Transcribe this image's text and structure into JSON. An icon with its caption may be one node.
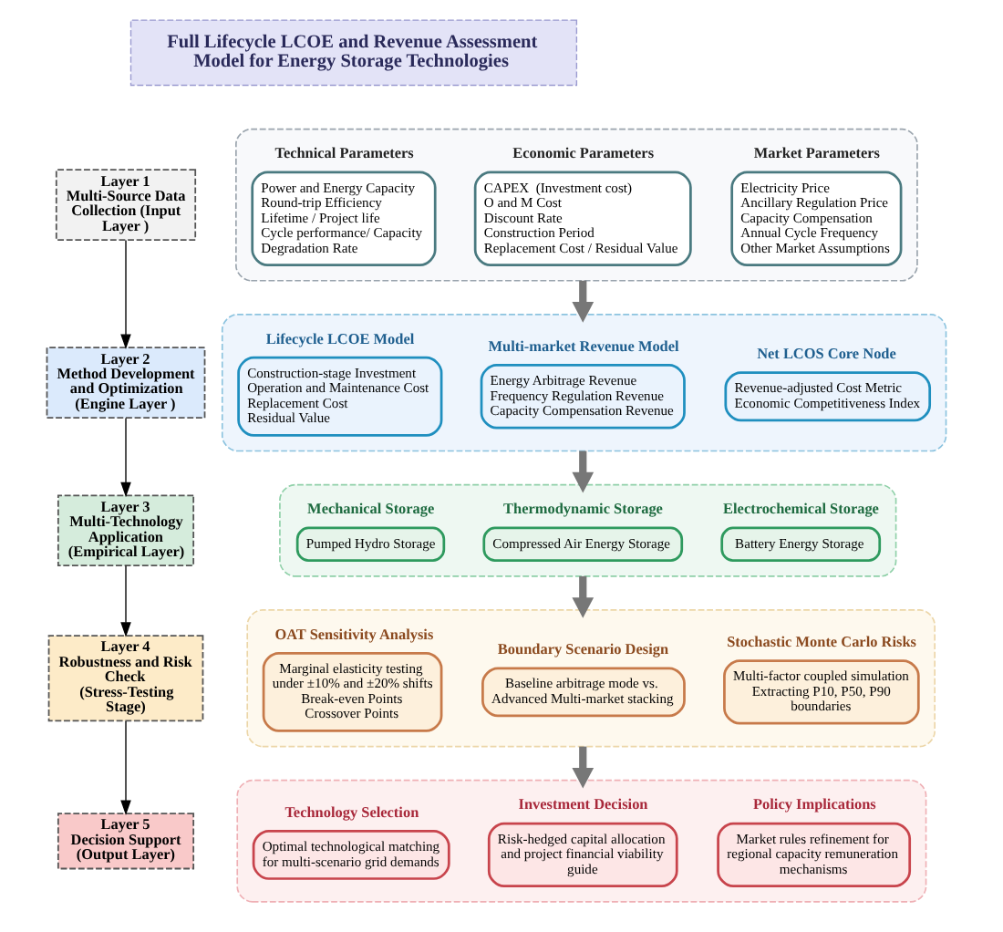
{
  "diagram": {
    "nodes": [
      {
        "text": [
          "Full Lifecycle LCOE and Revenue Assessment Model for Energy Storage Technologies"
        ]
      },
      {
        "text": [
          "Layer 1",
          "Multi-Source Data Collection (Input Layer )"
        ]
      },
      {
        "text": [
          "Layer 2",
          "Method Development and Optimization (Engine Layer )"
        ]
      },
      {
        "text": [
          "Layer 3",
          "Multi-Technology Application (Empirical Layer)"
        ]
      },
      {
        "text": [
          "Layer 4",
          "Robustness and Risk Check (Stress-Testing Stage)"
        ]
      },
      {
        "text": [
          "Layer 5",
          "Decision Support (Output Layer)"
        ]
      },
      {
        "text": [],
        "shape": "box"
      },
      {
        "text": [
          "Technical Parameters",
          "Power and Energy Capacity",
          "Round-trip Efficiency",
          "Lifetime / Project life",
          "Cycle performance/ Capacity",
          "Degradation Rate"
        ],
        "in": 6
      },
      {
        "text": [
          "Economic Parameters",
          "CAPEX  (Investment cost)",
          "O and M Cost",
          "Discount Rate",
          "Construction Period",
          "Replacement Cost / Residual Value"
        ],
        "in": 6
      },
      {
        "text": [
          "Market Parameters",
          "Electricity Price",
          "Ancillary Regulation Price",
          "Capacity Compensation",
          "Annual Cycle Frequency",
          "Other Market Assumptions"
        ],
        "in": 6
      },
      {
        "text": [],
        "shape": "box"
      },
      {
        "text": [
          "Lifecycle LCOE Model",
          "Construction-stage Investment",
          "Operation and Maintenance Cost",
          "Replacement Cost",
          "Residual Value"
        ],
        "in": 10
      },
      {
        "text": [
          "Multi-market Revenue Model",
          "Energy Arbitrage Revenue",
          "Frequency Regulation Revenue",
          "Capacity Compensation Revenue"
        ],
        "in": 10
      },
      {
        "text": [
          "Net LCOS Core Node",
          "Revenue-adjusted Cost Metric",
          "Economic Competitiveness Index"
        ],
        "in": 10
      },
      {
        "text": [],
        "shape": "box"
      },
      {
        "text": [
          "Mechanical Storage",
          "Pumped Hydro Storage"
        ],
        "in": 14
      },
      {
        "text": [
          "Thermodynamic Storage",
          "Compressed Air Energy Storage"
        ],
        "in": 14
      },
      {
        "text": [
          "Electrochemical Storage",
          "Battery Energy Storage"
        ],
        "in": 14
      },
      {
        "text": [],
        "shape": "box"
      },
      {
        "text": [
          "OAT Sensitivity Analysis",
          "Marginal elasticity testing under ±10% and ±20% shifts",
          "Break-even Points",
          "Crossover Points"
        ],
        "in": 18
      },
      {
        "text": [
          "Boundary Scenario Design",
          "Baseline arbitrage mode vs. Advanced Multi-market stacking"
        ],
        "in": 18
      },
      {
        "text": [
          "Stochastic Monte Carlo Risks",
          "Multi-factor coupled simulation Extracting P10, P50, P90 boundaries"
        ],
        "in": 18
      },
      {
        "text": [],
        "shape": "box"
      },
      {
        "text": [
          "Technology Selection",
          "Optimal technological matching for multi-scenario grid demands"
        ],
        "in": 22
      },
      {
        "text": [
          "Investment Decision",
          "Risk-hedged capital allocation and project financial viability guide"
        ],
        "in": 22
      },
      {
        "text": [
          "Policy Implications",
          "Market rules refinement for regional capacity remuneration mechanisms"
        ],
        "in": 22
      }
    ],
    "edges": [
      {
        "from": 1,
        "to": 2,
        "arrow": "to"
      },
      {
        "from": 2,
        "to": 3,
        "arrow": "to"
      },
      {
        "from": 3,
        "to": 4,
        "arrow": "to"
      },
      {
        "from": 4,
        "to": 5,
        "arrow": "to"
      },
      {
        "from": 6,
        "to": 10,
        "arrow": "to",
        "style": "thick",
        "color": "#777777"
      },
      {
        "from": 10,
        "to": 14,
        "arrow": "to",
        "style": "thick",
        "color": "#777777"
      },
      {
        "from": 14,
        "to": 18,
        "arrow": "to",
        "style": "thick",
        "color": "#777777"
      },
      {
        "from": 18,
        "to": 22,
        "arrow": "to",
        "style": "thick",
        "color": "#777777"
      }
    ]
  }
}
